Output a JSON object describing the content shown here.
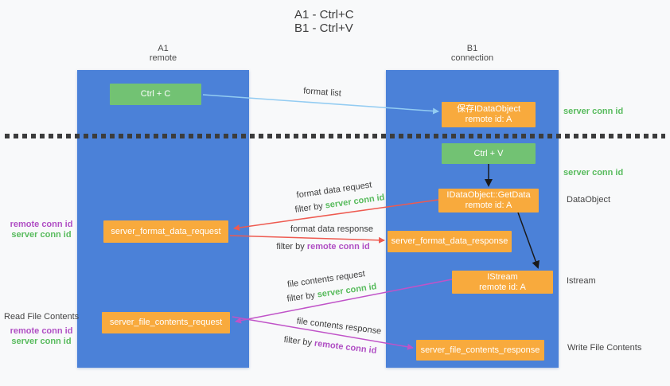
{
  "title": {
    "line1": "A1 - Ctrl+C",
    "line2": "B1 - Ctrl+V"
  },
  "columns": {
    "a": {
      "name": "A1",
      "subtitle": "remote"
    },
    "b": {
      "name": "B1",
      "subtitle": "connection"
    }
  },
  "nodes": {
    "ctrl_c": {
      "label": "Ctrl + C"
    },
    "ctrl_v": {
      "label": "Ctrl + V"
    },
    "save_dataobject": {
      "line1": "保存IDataObject",
      "line2": "remote id: A"
    },
    "getdata": {
      "line1": "IDataObject::GetData",
      "line2": "remote id: A"
    },
    "istream": {
      "line1": "IStream",
      "line2": "remote id: A"
    },
    "server_format_data_request": {
      "label": "server_format_data_request"
    },
    "server_format_data_response": {
      "label": "server_format_data_response"
    },
    "server_file_contents_request": {
      "label": "server_file_contents_request"
    },
    "server_file_contents_response": {
      "label": "server_file_contents_response"
    }
  },
  "flow_labels": {
    "format_list": "format list",
    "format_data_request": "format data request",
    "format_data_request_filter": {
      "prefix": "filter by ",
      "id": "server conn id"
    },
    "format_data_response": "format data response",
    "format_data_response_filter": {
      "prefix": "filter by ",
      "id": "remote conn id"
    },
    "file_contents_request": "file contents request",
    "file_contents_request_filter": {
      "prefix": "filter by ",
      "id": "server conn id"
    },
    "file_contents_response": "file contents response",
    "file_contents_response_filter": {
      "prefix": "filter by ",
      "id": "remote conn id"
    }
  },
  "side_labels": {
    "server_conn_id_top": "server conn id",
    "server_conn_id_mid": "server conn id",
    "dataobject": "DataObject",
    "istream": "Istream",
    "write_file_contents": "Write File Contents",
    "read_file_contents": "Read File Contents",
    "left_group1": {
      "remote": "remote conn id",
      "server": "server conn id"
    },
    "left_group2": {
      "remote": "remote conn id",
      "server": "server conn id"
    }
  },
  "colors": {
    "column_blue": "#4b81d8",
    "node_green": "#72c273",
    "node_orange": "#f8aa3d",
    "label_green": "#58bb5d",
    "label_purple": "#b04fc4",
    "arrow_red": "#ee5a50",
    "arrow_purple": "#c053c8",
    "arrow_light_blue": "#93ccf2",
    "arrow_black": "#1a1a1a"
  }
}
